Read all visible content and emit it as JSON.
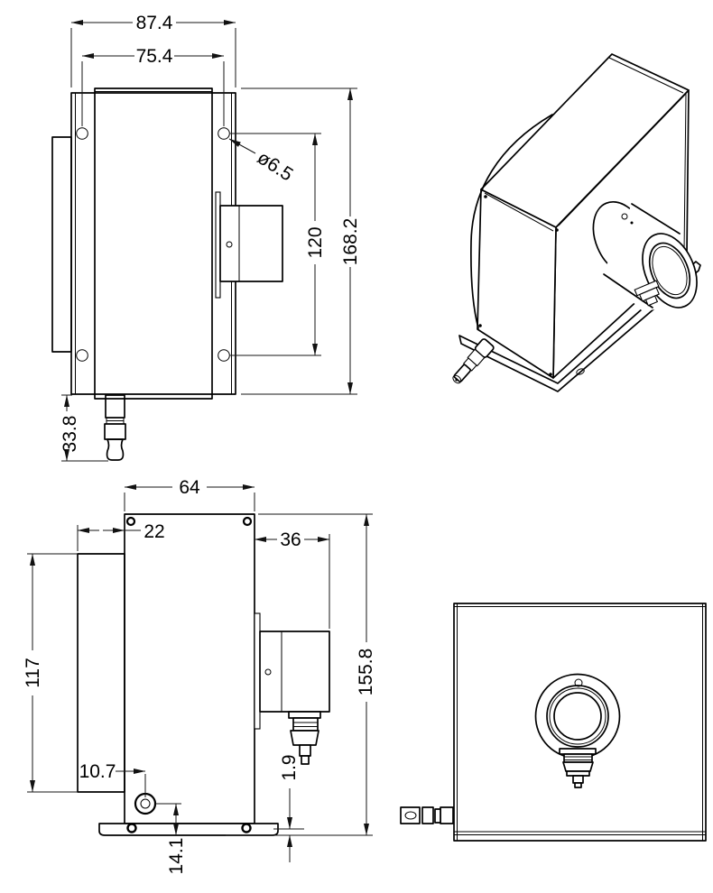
{
  "drawing": {
    "views": {
      "front": {
        "dims": {
          "overall_width": "87.4",
          "hole_pitch_width": "75.4",
          "hole_diameter": "ø6.5",
          "hole_pitch_height": "120",
          "overall_height": "168.2",
          "connector_length": "33.8"
        }
      },
      "side": {
        "dims": {
          "body_width": "64",
          "plate_width": "22",
          "lens_depth": "36",
          "plate_height": "117",
          "overall_height": "155.8",
          "hole_offset_x": "10.7",
          "base_lip": "1.9",
          "hole_offset_y": "14.1"
        }
      }
    }
  }
}
